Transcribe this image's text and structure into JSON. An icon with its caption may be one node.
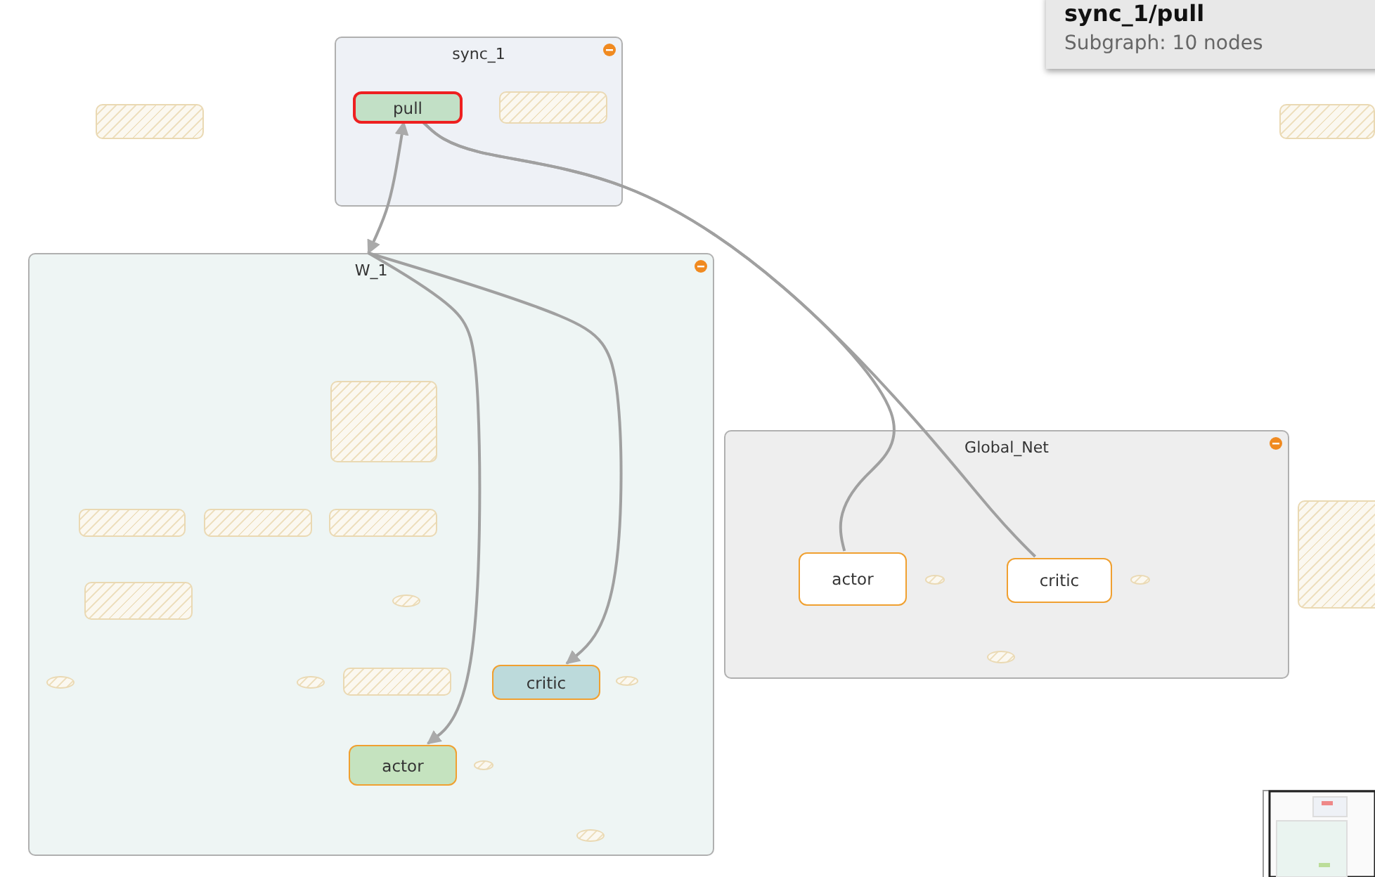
{
  "diagram": {
    "nodes": [
      {
        "text": [
          "sync_1"
        ]
      },
      {
        "text": [
          "pull"
        ],
        "in": 0
      },
      {
        "text": [],
        "shape": "box",
        "in": 0
      },
      {
        "text": [],
        "shape": "box"
      },
      {
        "text": [],
        "shape": "box"
      },
      {
        "text": [
          "W_1"
        ]
      },
      {
        "text": [],
        "shape": "box",
        "in": 5
      },
      {
        "text": [],
        "shape": "box",
        "in": 5
      },
      {
        "text": [],
        "shape": "box",
        "in": 5
      },
      {
        "text": [],
        "shape": "box",
        "in": 5
      },
      {
        "text": [],
        "shape": "box",
        "in": 5
      },
      {
        "text": [],
        "shape": "ellipse",
        "in": 5
      },
      {
        "text": [],
        "shape": "ellipse",
        "in": 5
      },
      {
        "text": [],
        "shape": "ellipse",
        "in": 5
      },
      {
        "text": [],
        "shape": "box",
        "in": 5
      },
      {
        "text": [
          "critic"
        ],
        "in": 5
      },
      {
        "text": [],
        "shape": "ellipse",
        "in": 5
      },
      {
        "text": [
          "actor"
        ],
        "in": 5
      },
      {
        "text": [],
        "shape": "ellipse",
        "in": 5
      },
      {
        "text": [],
        "shape": "ellipse",
        "in": 5
      },
      {
        "text": [
          "Global_Net"
        ]
      },
      {
        "text": [
          "actor"
        ],
        "in": 20
      },
      {
        "text": [],
        "shape": "ellipse",
        "in": 20
      },
      {
        "text": [
          "critic"
        ],
        "in": 20
      },
      {
        "text": [],
        "shape": "ellipse",
        "in": 20
      },
      {
        "text": [],
        "shape": "ellipse",
        "in": 20
      },
      {
        "text": [],
        "shape": "box"
      }
    ],
    "edges": [
      {
        "from": 1,
        "to": 5,
        "arrow": "both"
      },
      {
        "from": 5,
        "to": 15,
        "arrow": "to"
      },
      {
        "from": 5,
        "to": 17,
        "arrow": "to"
      },
      {
        "from": 1,
        "to": 21,
        "arrow": "none"
      },
      {
        "from": 1,
        "to": 23,
        "arrow": "none"
      }
    ],
    "labels": [
      "sync_1/pull",
      "Subgraph: 10 nodes"
    ]
  }
}
